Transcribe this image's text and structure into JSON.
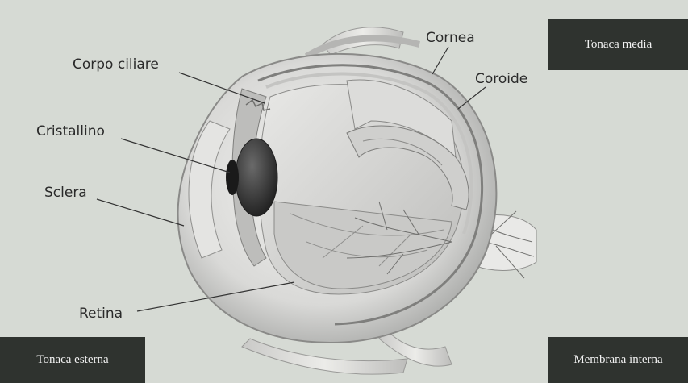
{
  "labels": {
    "cornea": "Cornea",
    "coroide": "Coroide",
    "corpo_ciliare": "Corpo ciliare",
    "cristallino": "Cristallino",
    "sclera": "Sclera",
    "retina": "Retina"
  },
  "boxes": {
    "tonaca_media": "Tonaca media",
    "tonaca_esterna": "Tonaca esterna",
    "membrana_interna": "Membrana interna"
  },
  "colors": {
    "background": "#d6dad4",
    "box": "#2f332f",
    "box_text": "#f2f2f2",
    "label_text": "#2a2a2a"
  }
}
